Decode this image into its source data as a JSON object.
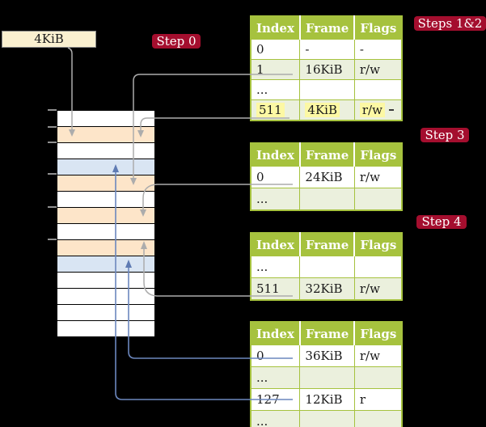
{
  "frame_box": {
    "label": "4KiB"
  },
  "badges": {
    "step0": "Step 0",
    "steps12": "Steps 1&2",
    "step3": "Step 3",
    "step4": "Step 4"
  },
  "colors": {
    "badge_red": "#A40E2E",
    "table_header_green": "#A6C23E",
    "table_row_tint": "#EBF0DD",
    "highlight_yellow": "#FCF8A4",
    "memory_peach": "#FDE5C9",
    "memory_blue": "#D9E5F3",
    "frame_box_cream": "#FAF0D0",
    "arrow_gray": "#ACACAC",
    "arrow_blue": "#6C87BE"
  },
  "memory": {
    "rows": [
      "white",
      "peach",
      "white",
      "blue",
      "peach",
      "white",
      "peach",
      "white",
      "peach",
      "blue",
      "white",
      "white",
      "white",
      "white"
    ]
  },
  "page_tables": [
    {
      "name": "page-table-steps-1-2",
      "headers": [
        "Index",
        "Frame",
        "Flags"
      ],
      "rows": [
        {
          "index": "0",
          "frame": "-",
          "flags": "-",
          "tint": false,
          "highlight": false
        },
        {
          "index": "1",
          "frame": "16KiB",
          "flags": "r/w",
          "tint": true,
          "highlight": false
        },
        {
          "index": "...",
          "frame": "",
          "flags": "",
          "tint": false,
          "highlight": false
        },
        {
          "index": "511",
          "frame": "4KiB",
          "flags": "r/w",
          "tint": true,
          "highlight": true
        }
      ]
    },
    {
      "name": "page-table-step-3",
      "headers": [
        "Index",
        "Frame",
        "Flags"
      ],
      "rows": [
        {
          "index": "0",
          "frame": "24KiB",
          "flags": "r/w",
          "tint": false,
          "highlight": false
        },
        {
          "index": "...",
          "frame": "",
          "flags": "",
          "tint": true,
          "highlight": false
        }
      ]
    },
    {
      "name": "page-table-step-4",
      "headers": [
        "Index",
        "Frame",
        "Flags"
      ],
      "rows": [
        {
          "index": "...",
          "frame": "",
          "flags": "",
          "tint": false,
          "highlight": false
        },
        {
          "index": "511",
          "frame": "32KiB",
          "flags": "r/w",
          "tint": true,
          "highlight": false
        }
      ]
    },
    {
      "name": "page-table-final",
      "headers": [
        "Index",
        "Frame",
        "Flags"
      ],
      "rows": [
        {
          "index": "0",
          "frame": "36KiB",
          "flags": "r/w",
          "tint": false,
          "highlight": false
        },
        {
          "index": "...",
          "frame": "",
          "flags": "",
          "tint": true,
          "highlight": false
        },
        {
          "index": "127",
          "frame": "12KiB",
          "flags": "r",
          "tint": false,
          "highlight": false
        },
        {
          "index": "...",
          "frame": "",
          "flags": "",
          "tint": true,
          "highlight": false
        }
      ]
    }
  ]
}
